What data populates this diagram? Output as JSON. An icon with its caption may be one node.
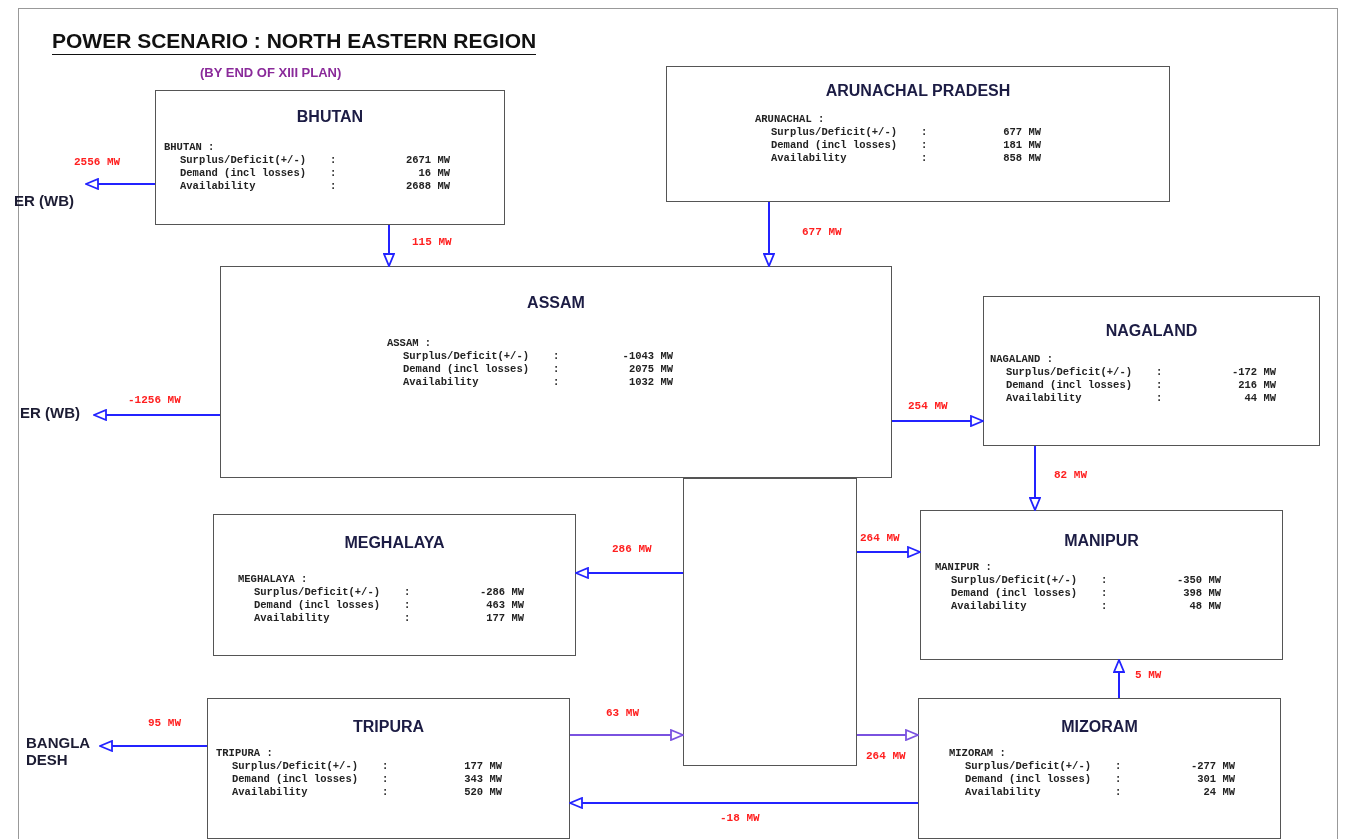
{
  "diagram": {
    "title": "POWER SCENARIO : NORTH EASTERN REGION",
    "nodes": [
      {
        "text": [
          "BHUTAN",
          "BHUTAN :",
          "Surplus/Deficit(+/-)",
          ":",
          "2671 MW",
          "Demand (incl losses)",
          ":",
          "16 MW",
          "Availability",
          ":",
          "2688 MW"
        ]
      },
      {
        "text": [
          "ARUNACHAL PRADESH",
          "ARUNACHAL :",
          "Surplus/Deficit(+/-)",
          ":",
          "677 MW",
          "Demand (incl losses)",
          ":",
          "181 MW",
          "Availability",
          ":",
          "858 MW"
        ]
      },
      {
        "text": [
          "ASSAM",
          "ASSAM :",
          "Surplus/Deficit(+/-)",
          ":",
          "-1043 MW",
          "Demand (incl losses)",
          ":",
          "2075 MW",
          "Availability",
          ":",
          "1032 MW"
        ]
      },
      {
        "text": [
          "NAGALAND",
          "NAGALAND :",
          "Surplus/Deficit(+/-)",
          ":",
          "-172 MW",
          "Demand (incl losses)",
          ":",
          "216 MW",
          "Availability",
          ":",
          "44 MW"
        ]
      },
      {
        "text": [
          "MEGHALAYA",
          "MEGHALAYA :",
          "Surplus/Deficit(+/-)",
          ":",
          "-286 MW",
          "Demand (incl losses)",
          ":",
          "463 MW",
          "Availability",
          ":",
          "177 MW"
        ]
      },
      {
        "text": [
          "MANIPUR",
          "MANIPUR :",
          "Surplus/Deficit(+/-)",
          ":",
          "-350 MW",
          "Demand (incl losses)",
          ":",
          "398 MW",
          "Availability",
          ":",
          "48 MW"
        ]
      },
      {
        "text": [
          "TRIPURA",
          "TRIPURA :",
          "Surplus/Deficit(+/-)",
          ":",
          "177 MW",
          "Demand (incl losses)",
          ":",
          "343 MW",
          "Availability",
          ":",
          "520 MW"
        ]
      },
      {
        "text": [
          "MIZORAM",
          "MIZORAM :",
          "Surplus/Deficit(+/-)",
          ":",
          "-277 MW",
          "Demand (incl losses)",
          ":",
          "301 MW",
          "Availability",
          ":",
          "24 MW"
        ]
      },
      {
        "text": [
          "ER (WB)"
        ]
      },
      {
        "text": [
          "ER (WB)"
        ]
      },
      {
        "text": [
          "BANGLA DESH"
        ]
      },
      {
        "text": [],
        "shape": "box"
      }
    ],
    "edges": [
      {
        "from": 0,
        "to": 8,
        "arrow": "to",
        "label": "2556 MW"
      },
      {
        "from": 0,
        "to": 2,
        "arrow": "to",
        "label": "115 MW"
      },
      {
        "from": 1,
        "to": 2,
        "arrow": "to",
        "label": "677 MW"
      },
      {
        "from": 2,
        "to": 9,
        "arrow": "to",
        "label": "-1256 MW"
      },
      {
        "from": 2,
        "to": 3,
        "arrow": "to",
        "label": "254 MW"
      },
      {
        "from": 3,
        "to": 5,
        "arrow": "to",
        "label": "82 MW"
      },
      {
        "from": 11,
        "to": 4,
        "arrow": "to",
        "label": "286 MW"
      },
      {
        "from": 11,
        "to": 5,
        "arrow": "to",
        "label": "264 MW"
      },
      {
        "from": 6,
        "to": 11,
        "arrow": "to",
        "label": "63 MW",
        "color": "#7a52e0"
      },
      {
        "from": 11,
        "to": 7,
        "arrow": "to",
        "label": "264 MW",
        "color": "#7a52e0"
      },
      {
        "from": 7,
        "to": 6,
        "arrow": "to",
        "label": "-18 MW"
      },
      {
        "from": 7,
        "to": 5,
        "arrow": "to",
        "label": "5 MW"
      },
      {
        "from": 6,
        "to": 10,
        "arrow": "to",
        "label": "95 MW"
      }
    ],
    "labels": [
      "(BY END OF XIII PLAN)"
    ]
  }
}
